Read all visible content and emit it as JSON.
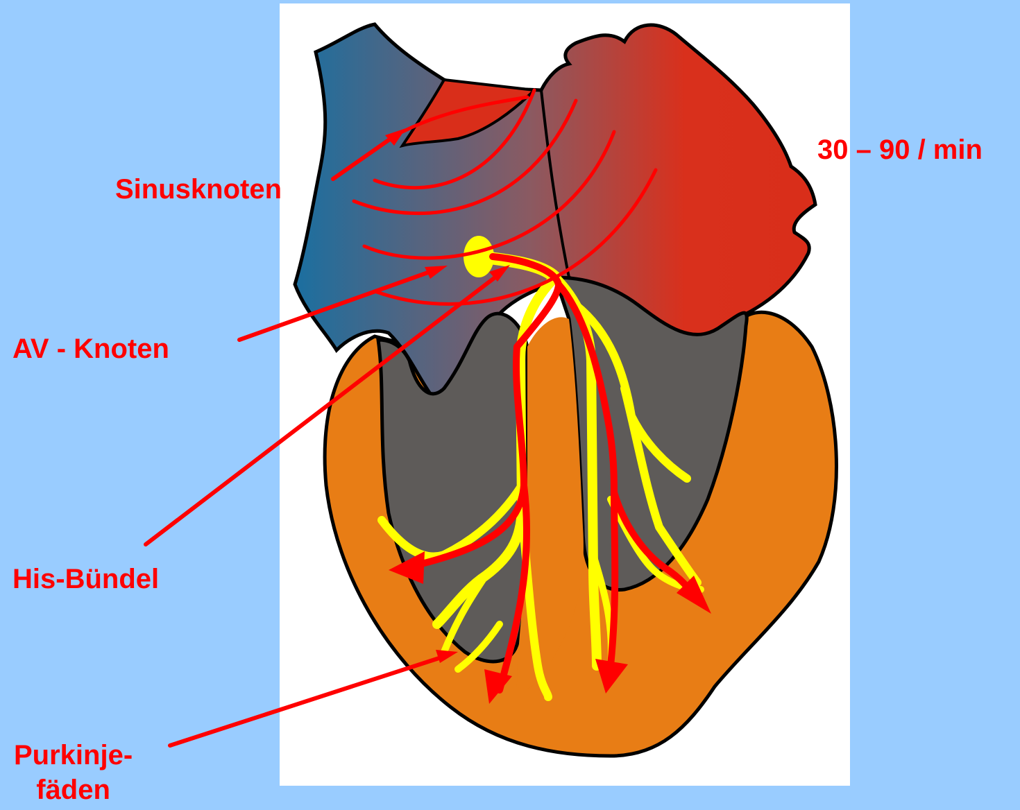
{
  "labels": {
    "rate": "30 – 90 / min",
    "sinus_node": "Sinusknoten",
    "av_node": "AV - Knoten",
    "his_bundle": "His-Bündel",
    "purkinje_line1": "Purkinje-",
    "purkinje_line2": "fäden"
  },
  "colors": {
    "background": "#99ccff",
    "panel": "#ffffff",
    "label_red": "#ff0000",
    "atrium_red": "#dd2a1a",
    "atrium_blue": "#1b6fa0",
    "ventricle_orange": "#e87d15",
    "chamber_gray": "#5e5b59",
    "conduction_yellow": "#ffff00",
    "outline": "#000000"
  }
}
